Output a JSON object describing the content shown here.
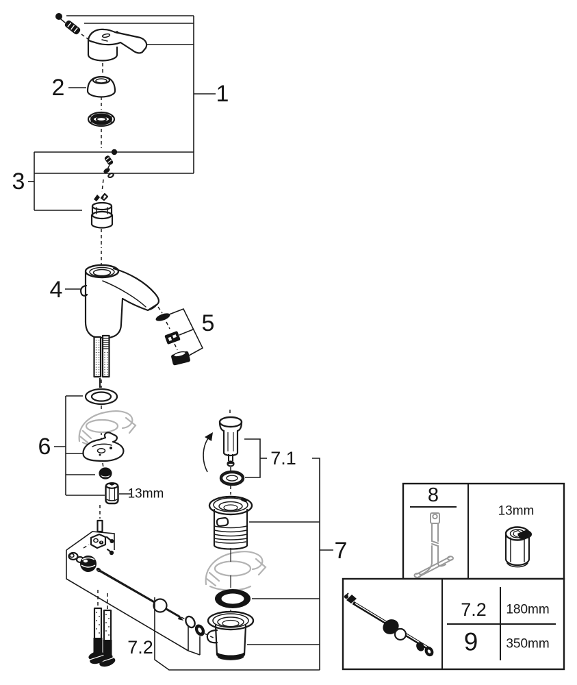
{
  "callouts": {
    "n1": "1",
    "n2": "2",
    "n3": "3",
    "n4": "4",
    "n5": "5",
    "n6": "6",
    "n7": "7",
    "n71": "7.1",
    "n72": "7.2",
    "hex13": "13mm"
  },
  "tool_box": {
    "ref": "8",
    "size": "13mm"
  },
  "spec_box": {
    "row1_ref": "7.2",
    "row1_len": "180mm",
    "row2_ref": "9",
    "row2_len": "350mm"
  },
  "colors": {
    "line": "#1a1a1a",
    "ghost": "#b3b3b3",
    "background": "#ffffff"
  }
}
